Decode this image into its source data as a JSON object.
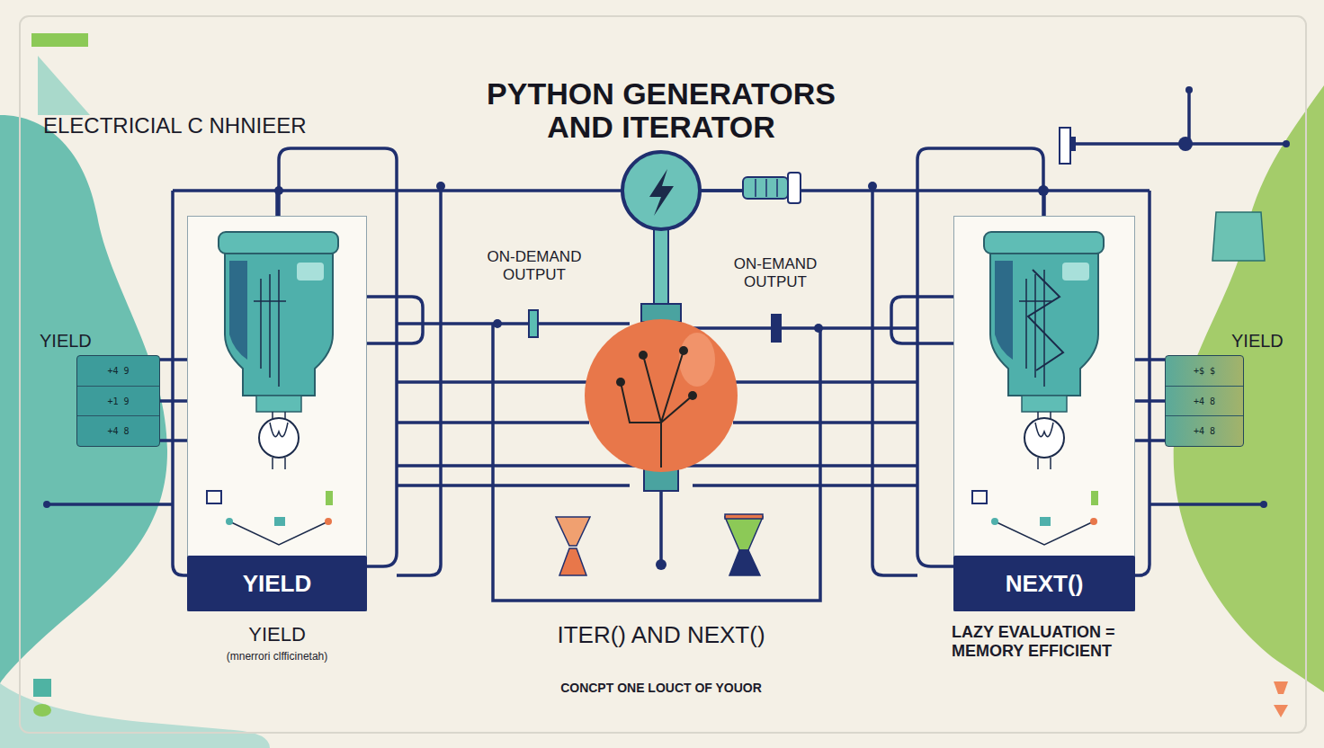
{
  "diagram": {
    "title": "PYTHON GENERATORS AND ITERATOR",
    "caption": "CONCPT ONE LOUCT OF YOUOR",
    "nodes": [
      {
        "text": [
          "YIELD",
          "+4 9",
          "+1 9",
          "+4 8"
        ]
      },
      {
        "text": [
          "YIELD"
        ]
      },
      {
        "text": [
          "NEXT()"
        ]
      },
      {
        "text": [
          "YIELD",
          "+$ $",
          "+4 8",
          "+4 8"
        ]
      }
    ],
    "edges": [
      {
        "from": 0,
        "to": 1,
        "arrow": "none"
      },
      {
        "from": 1,
        "to": 2,
        "arrow": "none"
      },
      {
        "from": 2,
        "to": 3,
        "arrow": "none"
      }
    ],
    "labels": [
      "ELECTRICIAL C NHNIEER",
      "ON-DEMAND OUTPUT",
      "ON-EMAND OUTPUT",
      "YIELD",
      "(mnerrori clfficinetah)",
      "ITER() AND NEXT()",
      "LAZY EVALUATION = MEMORY EFFICIENT"
    ]
  }
}
